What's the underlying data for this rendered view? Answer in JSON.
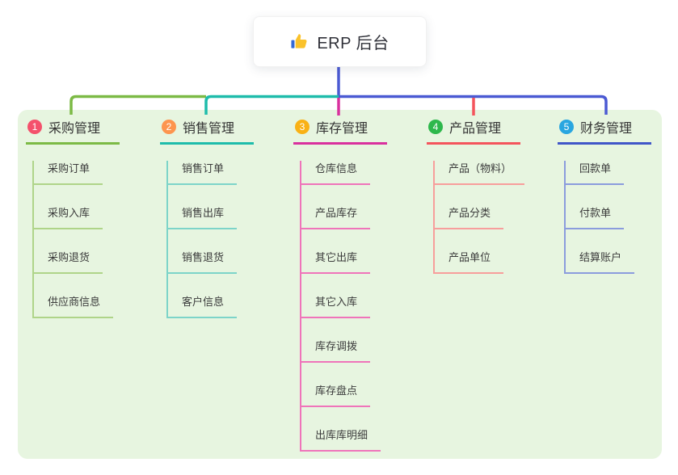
{
  "root": {
    "title": "ERP 后台",
    "icon": "thumbs-up-icon"
  },
  "panel_bg": "#e7f5e0",
  "connector_color": "#4b5ad3",
  "branches": [
    {
      "badge": "1",
      "badge_color": "#f4516c",
      "label": "采购管理",
      "line_color": "#7cba45",
      "child_line_color": "#afd489",
      "children": [
        "采购订单",
        "采购入库",
        "采购退货",
        "供应商信息"
      ]
    },
    {
      "badge": "2",
      "badge_color": "#fd954f",
      "label": "销售管理",
      "line_color": "#1ebcab",
      "child_line_color": "#7dd4c9",
      "children": [
        "销售订单",
        "销售出库",
        "销售退货",
        "客户信息"
      ]
    },
    {
      "badge": "3",
      "badge_color": "#f9b115",
      "label": "库存管理",
      "line_color": "#d9309e",
      "child_line_color": "#ef74ba",
      "children": [
        "仓库信息",
        "产品库存",
        "其它出库",
        "其它入库",
        "库存调拨",
        "库存盘点",
        "出库库明细"
      ]
    },
    {
      "badge": "4",
      "badge_color": "#2eb84c",
      "label": "产品管理",
      "line_color": "#f4545c",
      "child_line_color": "#f79e9c",
      "children": [
        "产品（物料）",
        "产品分类",
        "产品单位"
      ]
    },
    {
      "badge": "5",
      "badge_color": "#29a6e0",
      "label": "财务管理",
      "line_color": "#4056c8",
      "child_line_color": "#8b9cdd",
      "children": [
        "回款单",
        "付款单",
        "结算账户"
      ]
    }
  ]
}
